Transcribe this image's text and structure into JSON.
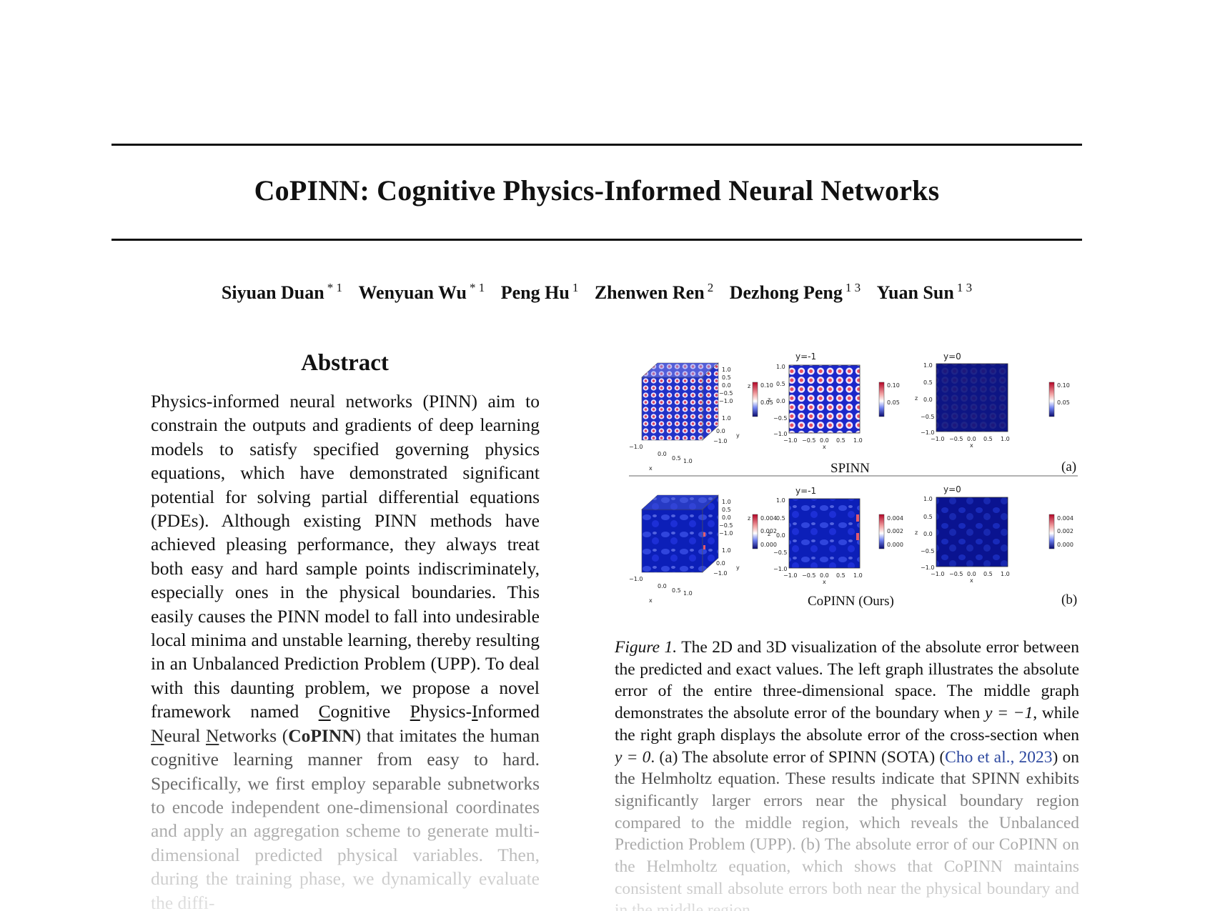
{
  "title": "CoPINN: Cognitive Physics-Informed Neural Networks",
  "authors": [
    {
      "name": "Siyuan Duan",
      "sup": "* 1"
    },
    {
      "name": "Wenyuan Wu",
      "sup": "* 1"
    },
    {
      "name": "Peng Hu",
      "sup": "1"
    },
    {
      "name": "Zhenwen Ren",
      "sup": "2"
    },
    {
      "name": "Dezhong Peng",
      "sup": "1 3"
    },
    {
      "name": "Yuan Sun",
      "sup": "1 3"
    }
  ],
  "abstract": {
    "heading": "Abstract",
    "p1": "Physics-informed neural networks (PINN) aim to constrain the outputs and gradients of deep learning models to satisfy specified governing physics equations, which have demonstrated significant potential for solving partial differential equations (PDEs). Although existing PINN methods have achieved pleasing performance, they always treat both easy and hard sample points indiscriminately, especially ones in the physical boundaries. This easily causes the PINN model to fall into undesirable local minima and unstable learning, thereby resulting in an Unbalanced Prediction Problem (UPP). To deal with this daunting problem, we propose a novel framework named ",
    "c": "C",
    "ognitive": "ognitive ",
    "p": "P",
    "hysics": "hysics-",
    "i": "I",
    "nformed": "nformed ",
    "n1": "N",
    "eural": "eural ",
    "n2": "N",
    "etworks": "etworks (",
    "copinn": "CoPINN",
    "p2": ") that imitates the human cognitive learning manner from easy to hard. Specifically, we first employ separable subnetworks to encode independent one-dimensional coordinates and apply an aggregation scheme to generate multi-dimensional predicted physical variables. Then, during the training phase, we dynamically evaluate the diffi-"
  },
  "figure": {
    "row_a": {
      "y_minus_title": "y=-1",
      "y_zero_title": "y=0",
      "method": "SPINN",
      "label": "(a)",
      "colorbar_ticks": [
        "0.10",
        "0.05"
      ]
    },
    "row_b": {
      "y_minus_title": "y=-1",
      "y_zero_title": "y=0",
      "method": "CoPINN (Ours)",
      "label": "(b)",
      "colorbar_ticks": [
        "0.004",
        "0.002",
        "0.000"
      ]
    },
    "cube_axis_ticks": [
      "1.0",
      "0.5",
      "0.0",
      "−0.5",
      "−1.0"
    ],
    "plane_ticks": [
      "1.0",
      "0.5",
      "0.0",
      "−0.5",
      "−1.0"
    ],
    "x_ticks": [
      "−1.0",
      "−0.5",
      "0.0",
      "0.5",
      "1.0"
    ],
    "axis_x": "x",
    "axis_y": "y",
    "axis_z": "z"
  },
  "caption": {
    "fig_ref": "Figure 1.",
    "t1": " The 2D and 3D visualization of the absolute error between the predicted and exact values.  The left graph illustrates the absolute error of the entire three-dimensional space. The middle graph demonstrates the absolute error of the boundary when ",
    "eq1": "y = −1",
    "t2": ", while the right graph displays the absolute error of the cross-section when ",
    "eq2": "y = 0",
    "t3": ". (a) The absolute error of SPINN (SOTA) (",
    "cite": "Cho et al., 2023",
    "t4": ") on the Helmholtz equation. These results indicate that SPINN exhibits significantly larger errors near the physical boundary region compared to the middle region, which reveals the Unbalanced Prediction Problem (UPP). (b) The absolute error of our CoPINN on the Helmholtz equation, which shows that CoPINN maintains consistent small absolute errors both near the physical boundary and in the middle region."
  }
}
